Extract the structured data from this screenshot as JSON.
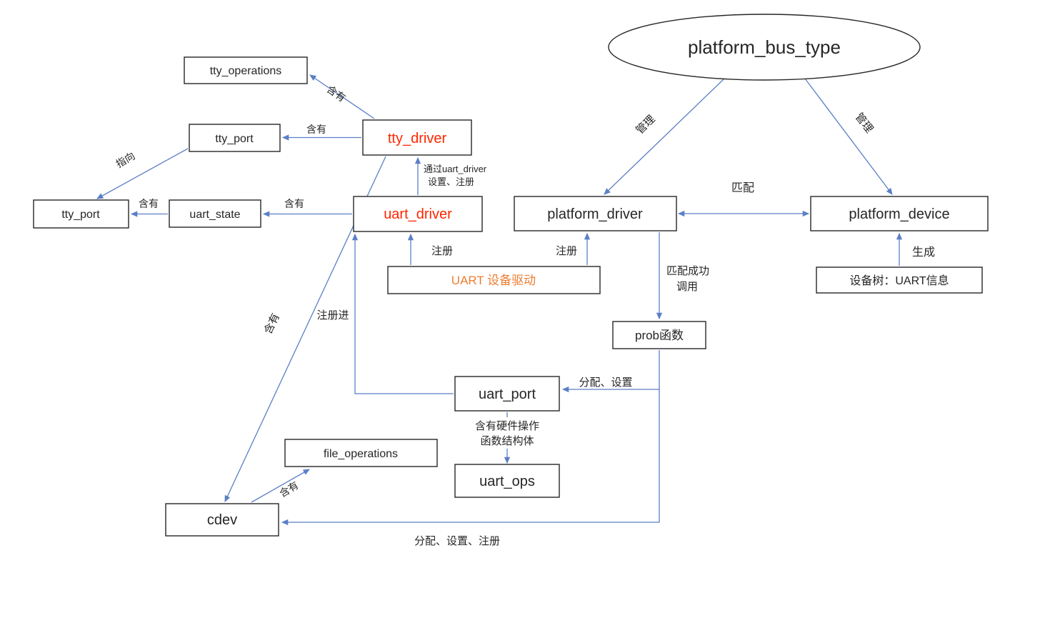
{
  "colors": {
    "background": "#ffffff",
    "box_border": "#262626",
    "text": "#262626",
    "arrow": "#5b7fc7",
    "red": "#ff2600",
    "orange": "#ed7d31"
  },
  "nodes": {
    "platform_bus_type": {
      "label": "platform_bus_type"
    },
    "tty_operations": {
      "label": "tty_operations"
    },
    "tty_port_upper": {
      "label": "tty_port"
    },
    "tty_driver": {
      "label": "tty_driver"
    },
    "tty_port_left": {
      "label": "tty_port"
    },
    "uart_state": {
      "label": "uart_state"
    },
    "uart_driver": {
      "label": "uart_driver"
    },
    "platform_driver": {
      "label": "platform_driver"
    },
    "platform_device": {
      "label": "platform_device"
    },
    "uart_device_driver": {
      "label": "UART 设备驱动"
    },
    "device_tree": {
      "label": "设备树：UART信息"
    },
    "prob_function": {
      "label": "prob函数"
    },
    "uart_port": {
      "label": "uart_port"
    },
    "file_operations": {
      "label": "file_operations"
    },
    "uart_ops": {
      "label": "uart_ops"
    },
    "cdev": {
      "label": "cdev"
    }
  },
  "edges": {
    "tty_driver_to_tty_operations": {
      "label": "含有"
    },
    "tty_driver_to_tty_port": {
      "label": "含有"
    },
    "tty_port_to_tty_port": {
      "label": "指向"
    },
    "uart_state_to_tty_port": {
      "label": "含有"
    },
    "uart_driver_to_uart_state": {
      "label": "含有"
    },
    "uart_driver_to_tty_driver": {
      "label_line1": "通过uart_driver",
      "label_line2": "设置、注册"
    },
    "uart_device_driver_to_uart_driver": {
      "label": "注册"
    },
    "uart_device_driver_to_platform_driver": {
      "label": "注册"
    },
    "bus_to_platform_driver": {
      "label": "管理"
    },
    "bus_to_platform_device": {
      "label": "管理"
    },
    "platform_driver_platform_device": {
      "label": "匹配"
    },
    "device_tree_to_platform_device": {
      "label": "生成"
    },
    "platform_driver_to_prob": {
      "label_line1": "匹配成功",
      "label_line2": "调用"
    },
    "prob_to_uart_port": {
      "label": "分配、设置"
    },
    "prob_to_cdev": {
      "label": "分配、设置、注册"
    },
    "uart_port_to_uart_driver": {
      "label": "注册进"
    },
    "uart_port_to_uart_ops": {
      "label_line1": "含有硬件操作",
      "label_line2": "函数结构体"
    },
    "tty_driver_to_cdev": {
      "label": "含有"
    },
    "cdev_to_file_operations": {
      "label": "含有"
    }
  }
}
